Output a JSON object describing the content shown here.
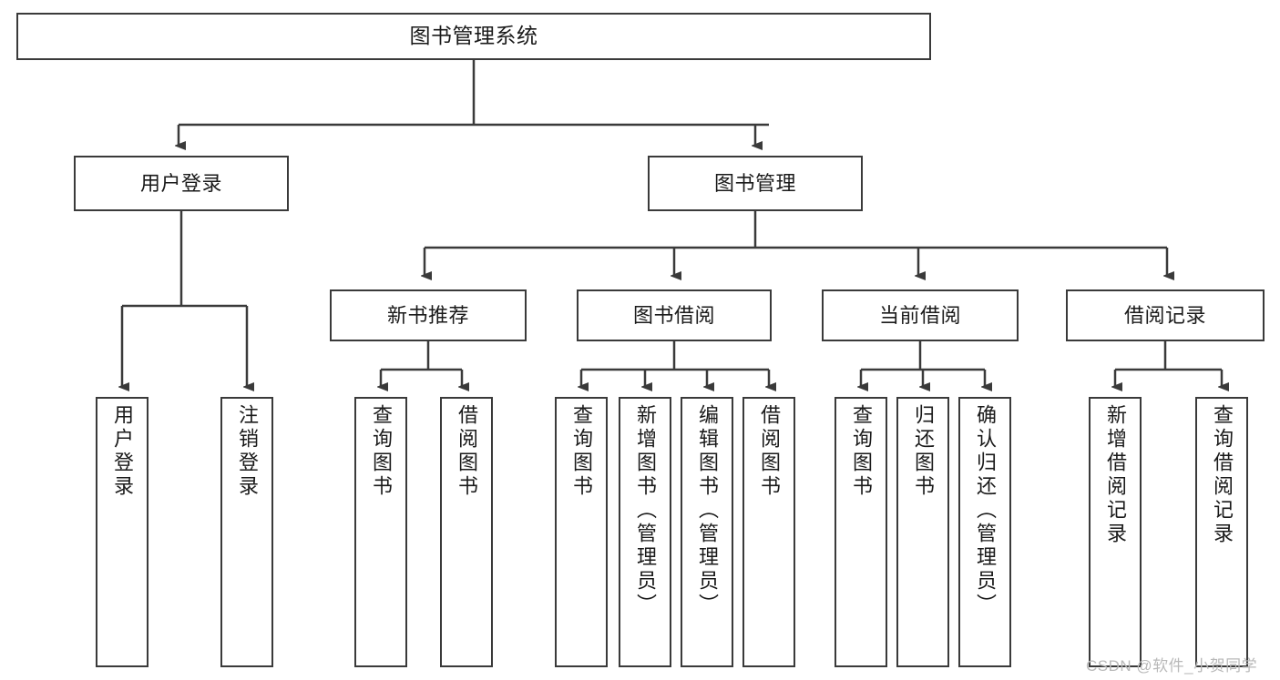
{
  "diagram": {
    "type": "tree",
    "title": "图书管理系统",
    "watermark": "CSDN @软件_小贺同学",
    "colors": {
      "box_border": "#3a3a3a",
      "box_fill": "#ffffff",
      "edge": "#3a3a3a",
      "text": "#1a1a1a",
      "watermark": "#b9b9b9",
      "background": "#ffffff"
    },
    "nodes": {
      "root": {
        "label": "图书管理系统",
        "level": 1
      },
      "user_login": {
        "label": "用户登录",
        "level": 2
      },
      "book_manage": {
        "label": "图书管理",
        "level": 2
      },
      "new_book_rec": {
        "label": "新书推荐",
        "level": 3
      },
      "book_borrow": {
        "label": "图书借阅",
        "level": 3
      },
      "current_borrow": {
        "label": "当前借阅",
        "level": 3
      },
      "borrow_record": {
        "label": "借阅记录",
        "level": 3
      },
      "leaf_user_login": {
        "label": "用户登录",
        "level": 4
      },
      "leaf_logout": {
        "label": "注销登录",
        "level": 4
      },
      "leaf_query_book_1": {
        "label": "查询图书",
        "level": 4
      },
      "leaf_borrow_book_1": {
        "label": "借阅图书",
        "level": 4
      },
      "leaf_query_book_2": {
        "label": "查询图书",
        "level": 4
      },
      "leaf_add_book": {
        "label": "新增图书（管理员）",
        "level": 4
      },
      "leaf_edit_book": {
        "label": "编辑图书（管理员）",
        "level": 4
      },
      "leaf_borrow_book_2": {
        "label": "借阅图书",
        "level": 4
      },
      "leaf_query_book_3": {
        "label": "查询图书",
        "level": 4
      },
      "leaf_return_book": {
        "label": "归还图书",
        "level": 4
      },
      "leaf_confirm_return": {
        "label": "确认归还（管理员）",
        "level": 4
      },
      "leaf_add_record": {
        "label": "新增借阅记录",
        "level": 4
      },
      "leaf_query_record": {
        "label": "查询借阅记录",
        "level": 4
      }
    },
    "edges": [
      {
        "from": "root",
        "to": "user_login"
      },
      {
        "from": "root",
        "to": "book_manage"
      },
      {
        "from": "book_manage",
        "to": "new_book_rec"
      },
      {
        "from": "book_manage",
        "to": "book_borrow"
      },
      {
        "from": "book_manage",
        "to": "current_borrow"
      },
      {
        "from": "book_manage",
        "to": "borrow_record"
      },
      {
        "from": "user_login",
        "to": "leaf_user_login"
      },
      {
        "from": "user_login",
        "to": "leaf_logout"
      },
      {
        "from": "new_book_rec",
        "to": "leaf_query_book_1"
      },
      {
        "from": "new_book_rec",
        "to": "leaf_borrow_book_1"
      },
      {
        "from": "book_borrow",
        "to": "leaf_query_book_2"
      },
      {
        "from": "book_borrow",
        "to": "leaf_add_book"
      },
      {
        "from": "book_borrow",
        "to": "leaf_edit_book"
      },
      {
        "from": "book_borrow",
        "to": "leaf_borrow_book_2"
      },
      {
        "from": "current_borrow",
        "to": "leaf_query_book_3"
      },
      {
        "from": "current_borrow",
        "to": "leaf_return_book"
      },
      {
        "from": "current_borrow",
        "to": "leaf_confirm_return"
      },
      {
        "from": "borrow_record",
        "to": "leaf_add_record"
      },
      {
        "from": "borrow_record",
        "to": "leaf_query_record"
      }
    ]
  }
}
